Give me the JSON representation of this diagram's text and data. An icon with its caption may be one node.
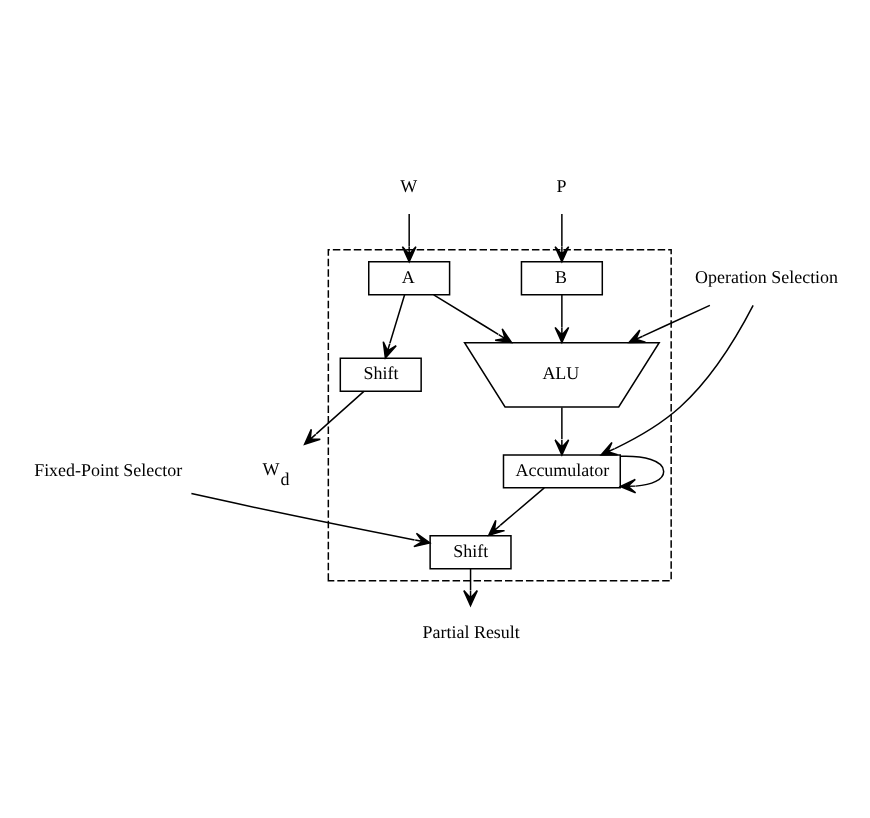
{
  "diagram": {
    "nodes": [
      {
        "text": [],
        "shape": "box"
      },
      {
        "text": [
          "W"
        ]
      },
      {
        "text": [
          "P"
        ]
      },
      {
        "text": [
          "A"
        ],
        "in": 0
      },
      {
        "text": [
          "B"
        ],
        "in": 0
      },
      {
        "text": [
          "ALU"
        ],
        "in": 0
      },
      {
        "text": [
          "Shift"
        ],
        "in": 0
      },
      {
        "text": [
          "Accumulator"
        ],
        "in": 0
      },
      {
        "text": [
          "Shift"
        ],
        "in": 0
      },
      {
        "text": [
          "Operation Selection"
        ]
      },
      {
        "text": [
          "Fixed-Point Selector"
        ]
      },
      {
        "text": [
          "W$_{d}$"
        ]
      },
      {
        "text": [
          "Partial Result"
        ]
      }
    ],
    "edges": [
      {
        "from": 1,
        "to": 3,
        "arrow": "to"
      },
      {
        "from": 2,
        "to": 4,
        "arrow": "to"
      },
      {
        "from": 3,
        "to": 5,
        "arrow": "to"
      },
      {
        "from": 3,
        "to": 6,
        "arrow": "to"
      },
      {
        "from": 4,
        "to": 5,
        "arrow": "to"
      },
      {
        "from": 9,
        "to": 5,
        "arrow": "to"
      },
      {
        "from": 9,
        "to": 7,
        "arrow": "to"
      },
      {
        "from": 5,
        "to": 7,
        "arrow": "to"
      },
      {
        "from": 7,
        "to": 7,
        "arrow": "to"
      },
      {
        "from": 7,
        "to": 8,
        "arrow": "to"
      },
      {
        "from": 10,
        "to": 8,
        "arrow": "to"
      },
      {
        "from": 6,
        "to": 11,
        "arrow": "to"
      },
      {
        "from": 8,
        "to": 12,
        "arrow": "to"
      }
    ]
  }
}
